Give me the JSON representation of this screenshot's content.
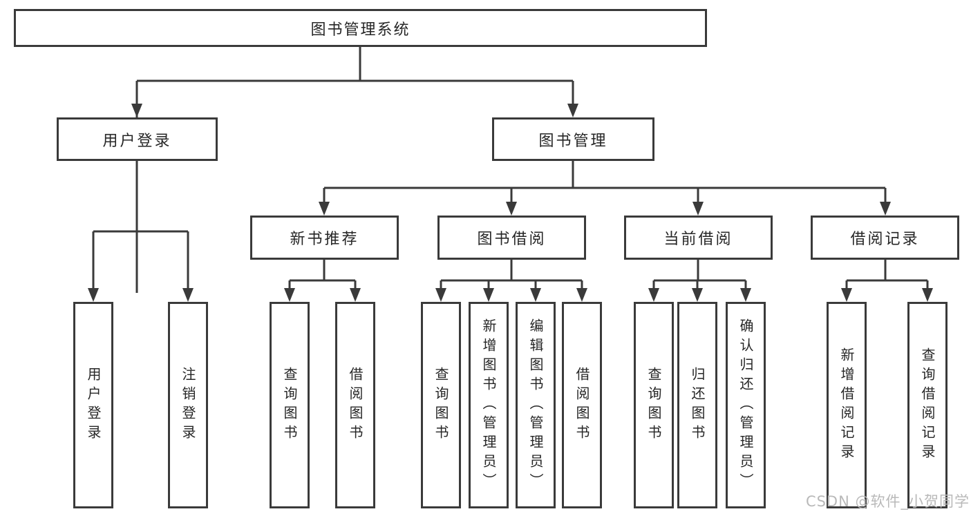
{
  "title": "图书管理系统",
  "colors": {
    "line": "#3a3a3a",
    "box_border": "#3a3a3a",
    "text": "#262626",
    "background": "#ffffff",
    "watermark": "#b9b9b9"
  },
  "nodes": {
    "root": {
      "label": "图书管理系统"
    },
    "level2": [
      {
        "label": "用户登录"
      },
      {
        "label": "图书管理"
      }
    ],
    "level3": [
      {
        "label": "新书推荐",
        "parent": "图书管理"
      },
      {
        "label": "图书借阅",
        "parent": "图书管理"
      },
      {
        "label": "当前借阅",
        "parent": "图书管理"
      },
      {
        "label": "借阅记录",
        "parent": "图书管理"
      }
    ],
    "leaves": [
      {
        "label": "用户登录",
        "parent": "用户登录"
      },
      {
        "label": "注销登录",
        "parent": "用户登录"
      },
      {
        "label": "查询图书",
        "parent": "新书推荐"
      },
      {
        "label": "借阅图书",
        "parent": "新书推荐"
      },
      {
        "label": "查询图书",
        "parent": "图书借阅"
      },
      {
        "label": "新增图书（管理员）",
        "parent": "图书借阅"
      },
      {
        "label": "编辑图书（管理员）",
        "parent": "图书借阅"
      },
      {
        "label": "借阅图书",
        "parent": "图书借阅"
      },
      {
        "label": "查询图书",
        "parent": "当前借阅"
      },
      {
        "label": "归还图书",
        "parent": "当前借阅"
      },
      {
        "label": "确认归还（管理员）",
        "parent": "当前借阅"
      },
      {
        "label": "新增借阅记录",
        "parent": "借阅记录"
      },
      {
        "label": "查询借阅记录",
        "parent": "借阅记录"
      }
    ]
  },
  "watermark": "CSDN @软件_小贺同学"
}
